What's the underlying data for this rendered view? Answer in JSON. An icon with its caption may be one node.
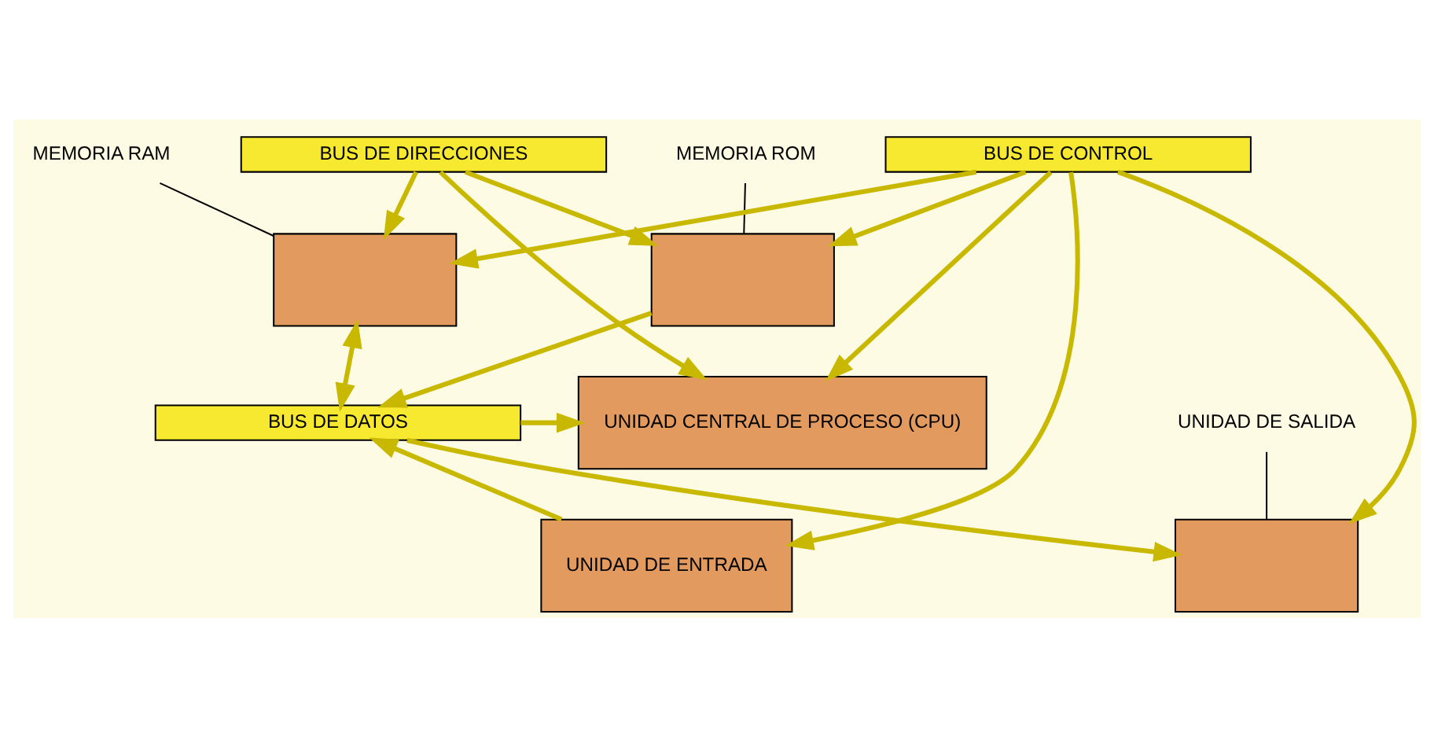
{
  "diagram": {
    "nodes": [
      {
        "text": [
          "MEMORIA ROM"
        ]
      },
      {
        "text": [],
        "shape": "box"
      },
      {
        "text": [
          "MEMORIA RAM"
        ]
      },
      {
        "text": [],
        "shape": "box"
      },
      {
        "text": [
          "UNIDAD CENTRAL DE PROCESO (CPU)"
        ]
      },
      {
        "text": [
          "BUS DE DIRECCIONES"
        ]
      },
      {
        "text": [
          "BUS DE DATOS"
        ]
      },
      {
        "text": [
          "BUS DE CONTROL"
        ]
      },
      {
        "text": [
          "UNIDAD DE ENTRADA"
        ]
      },
      {
        "text": [],
        "shape": "box"
      },
      {
        "text": [
          "UNIDAD DE SALIDA"
        ]
      }
    ],
    "edges": [
      {
        "from": 0,
        "to": 1,
        "arrow": "none",
        "color": "#000000"
      },
      {
        "from": 2,
        "to": 3,
        "arrow": "none",
        "color": "#000000"
      },
      {
        "from": 10,
        "to": 9,
        "arrow": "none",
        "color": "#000000"
      },
      {
        "from": 5,
        "to": 4,
        "arrow": "to"
      },
      {
        "from": 5,
        "to": 1,
        "arrow": "to"
      },
      {
        "from": 5,
        "to": 3,
        "arrow": "to"
      },
      {
        "from": 1,
        "to": 6,
        "arrow": "to"
      },
      {
        "from": 6,
        "to": 4,
        "arrow": "to"
      },
      {
        "from": 3,
        "to": 6,
        "arrow": "both"
      },
      {
        "from": 6,
        "to": 9,
        "arrow": "to"
      },
      {
        "from": 8,
        "to": 6,
        "arrow": "to"
      },
      {
        "from": 7,
        "to": 4,
        "arrow": "to"
      },
      {
        "from": 7,
        "to": 1,
        "arrow": "to"
      },
      {
        "from": 7,
        "to": 3,
        "arrow": "to"
      },
      {
        "from": 7,
        "to": 8,
        "arrow": "to"
      },
      {
        "from": 7,
        "to": 9,
        "arrow": "to"
      }
    ]
  }
}
